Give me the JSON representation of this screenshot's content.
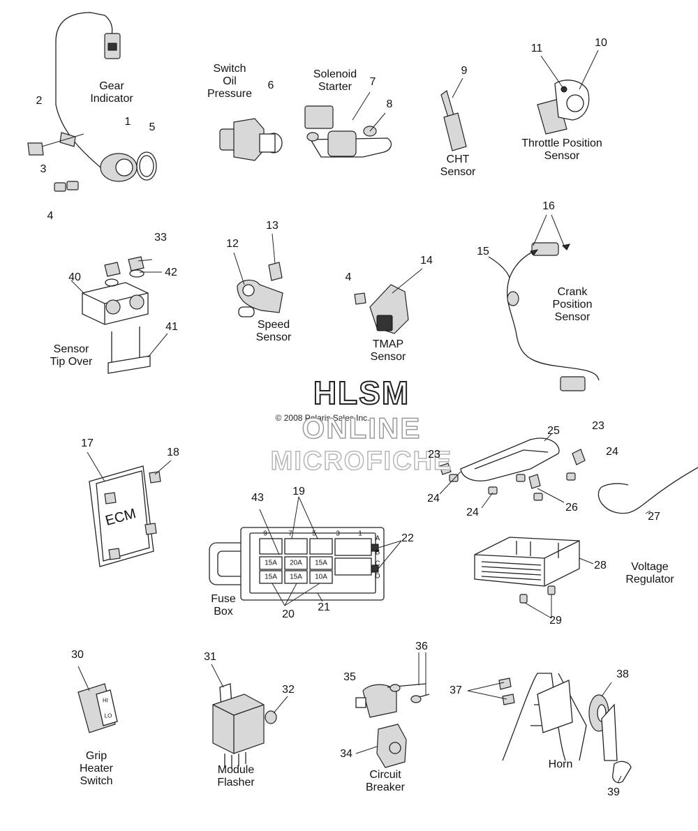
{
  "watermark": {
    "title": "HLSM",
    "line2": "ONLINE",
    "line3": "MICROFICHE",
    "copyright": "© 2008 Polaris Sales Inc."
  },
  "components": {
    "gear_indicator": "Gear\nIndicator",
    "switch_oil_pressure": "Switch\nOil\nPressure",
    "solenoid_starter": "Solenoid\nStarter",
    "cht_sensor": "CHT\nSensor",
    "throttle_position_sensor": "Throttle Position\nSensor",
    "speed_sensor": "Speed\nSensor",
    "tmap_sensor": "TMAP\nSensor",
    "crank_position_sensor": "Crank\nPosition\nSensor",
    "sensor_tip_over": "Sensor\nTip Over",
    "fuse_box": "Fuse\nBox",
    "voltage_regulator": "Voltage\nRegulator",
    "grip_heater_switch": "Grip\nHeater\nSwitch",
    "module_flasher": "Module\nFlasher",
    "circuit_breaker": "Circuit\nBreaker",
    "horn": "Horn"
  },
  "part_markings": {
    "ecm": "ECM",
    "fuse_a": "15A",
    "fuse_b": "20A",
    "fuse_c": "15A",
    "fuse_d": "15A",
    "fuse_e": "15A",
    "fuse_f": "10A",
    "row_a": "A",
    "row_b": "B",
    "row_c": "C",
    "row_d": "D",
    "col_9": "9",
    "col_7": "7",
    "col_5": "5",
    "col_3": "3",
    "col_1": "1",
    "switch_hi": "HI",
    "switch_lo": "LO"
  },
  "callouts": {
    "n1": "1",
    "n2": "2",
    "n3": "3",
    "n4a": "4",
    "n4b": "4",
    "n5": "5",
    "n6": "6",
    "n7": "7",
    "n8": "8",
    "n9": "9",
    "n10": "10",
    "n11": "11",
    "n12": "12",
    "n13": "13",
    "n14": "14",
    "n15": "15",
    "n16": "16",
    "n17": "17",
    "n18": "18",
    "n19": "19",
    "n20": "20",
    "n21": "21",
    "n22": "22",
    "n23a": "23",
    "n23b": "23",
    "n24a": "24",
    "n24b": "24",
    "n24c": "24",
    "n25": "25",
    "n26": "26",
    "n27": "27",
    "n28": "28",
    "n29": "29",
    "n30": "30",
    "n31": "31",
    "n32": "32",
    "n33": "33",
    "n34": "34",
    "n35": "35",
    "n36": "36",
    "n37": "37",
    "n38": "38",
    "n39": "39",
    "n40": "40",
    "n41": "41",
    "n42": "42",
    "n43": "43"
  }
}
